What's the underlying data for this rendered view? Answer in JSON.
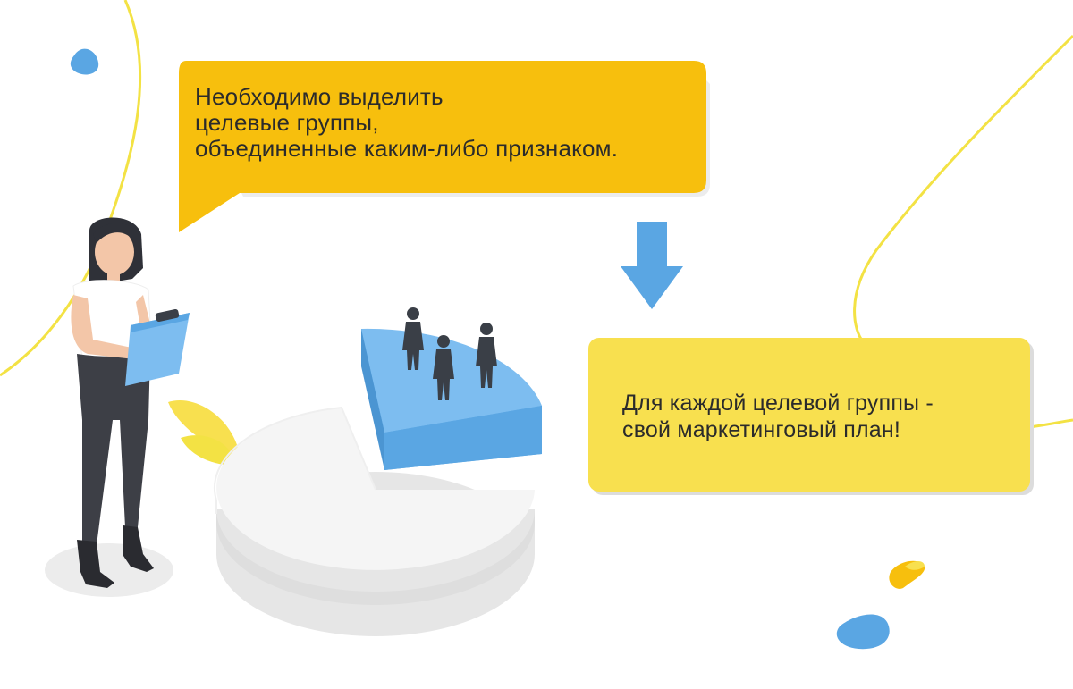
{
  "top_bubble": {
    "lines": [
      "Необходимо выделить",
      "целевые группы,",
      "объединенные каким-либо признаком."
    ]
  },
  "bottom_bubble": {
    "lines": [
      "Для каждой целевой группы -",
      "свой маркетинговый план!"
    ]
  },
  "colors": {
    "orange_bubble": "#f7bf0d",
    "yellow_bubble": "#f8e04f",
    "blue": "#5aa6e3",
    "light_blue": "#7dbdf0",
    "yellow_line": "#f3e244"
  },
  "icons": {
    "arrow": "arrow-down-icon",
    "people": "person-icon",
    "clipboard": "clipboard-icon"
  }
}
